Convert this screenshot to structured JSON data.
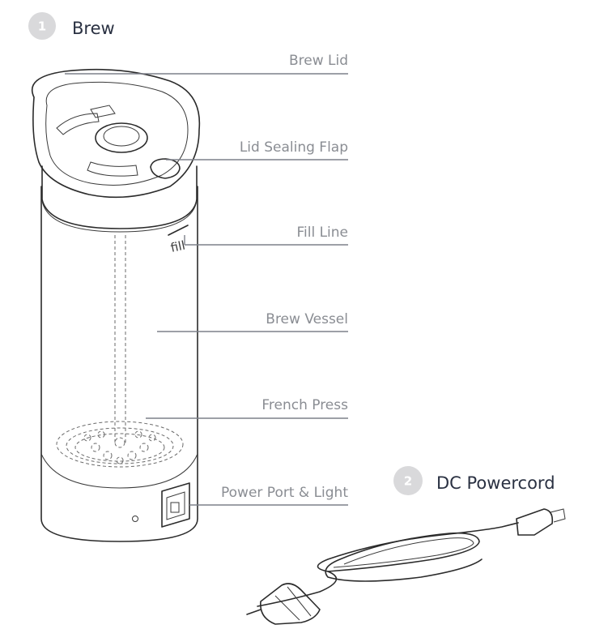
{
  "sections": [
    {
      "number": "1",
      "title": "Brew"
    },
    {
      "number": "2",
      "title": "DC Powercord"
    }
  ],
  "callouts": [
    {
      "id": "brew-lid",
      "label": "Brew Lid"
    },
    {
      "id": "lid-sealing-flap",
      "label": "Lid Sealing Flap"
    },
    {
      "id": "fill-line",
      "label": "Fill Line"
    },
    {
      "id": "brew-vessel",
      "label": "Brew Vessel"
    },
    {
      "id": "french-press",
      "label": "French Press"
    },
    {
      "id": "power-port",
      "label": "Power Port & Light"
    }
  ],
  "device_marking": "fill",
  "colors": {
    "badge": "#d9d9db",
    "label_text": "#8a8d93",
    "heading_text": "#2a3142",
    "line_art": "#2b2b2b"
  }
}
